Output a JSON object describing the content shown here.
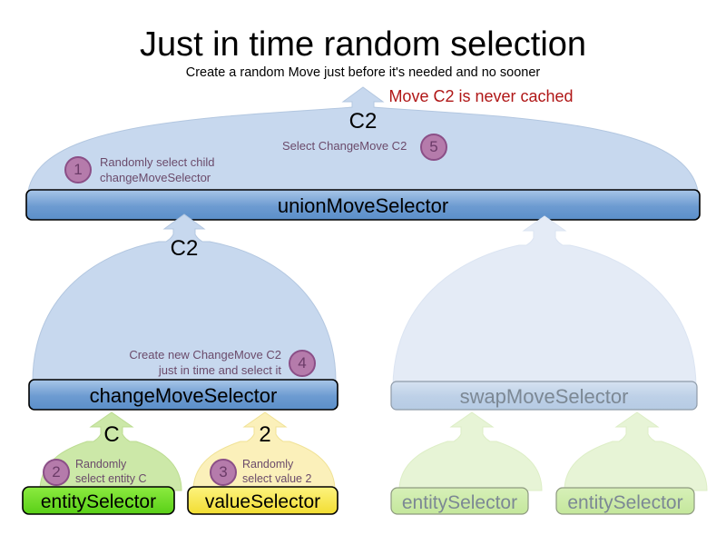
{
  "header": {
    "title": "Just in time random selection",
    "subtitle": "Create a random Move just before it's needed and no sooner",
    "warning": "Move C2 is never cached",
    "warning_color": "#b01717"
  },
  "nodes": {
    "union_move_selector": "unionMoveSelector",
    "change_move_selector": "changeMoveSelector",
    "swap_move_selector": "swapMoveSelector",
    "entity_selector": "entitySelector",
    "value_selector": "valueSelector",
    "entity_selector_right_1": "entitySelector",
    "entity_selector_right_2": "entitySelector"
  },
  "move_labels": {
    "top": "C2",
    "change": "C2",
    "entity": "C",
    "value": "2"
  },
  "steps": [
    {
      "number": "1",
      "text": "Randomly select child\nchangeMoveSelector"
    },
    {
      "number": "2",
      "text": "Randomly\nselect entity C"
    },
    {
      "number": "3",
      "text": "Randomly\nselect value 2"
    },
    {
      "number": "4",
      "text": "Create new ChangeMove C2\njust in time and select it"
    },
    {
      "number": "5",
      "text": "Select ChangeMove C2"
    }
  ],
  "colors": {
    "arrow_blue": "#c7d8ee",
    "arrow_blue_faded": "#e4ebf6",
    "bar_blue_top": "#a8c6e8",
    "bar_blue_bottom": "#5b8fc9",
    "bar_blue_faded": "#c3d4e8",
    "entity_green": "#66dd22",
    "value_yellow": "#f7e64c",
    "dome_green": "#cce8a8",
    "dome_yellow": "#fbf0ba",
    "faded_green": "#c9e8a8",
    "badge_fill": "#b57bab",
    "badge_border": "#8b4f87",
    "callout_text": "#6b4b6b"
  }
}
